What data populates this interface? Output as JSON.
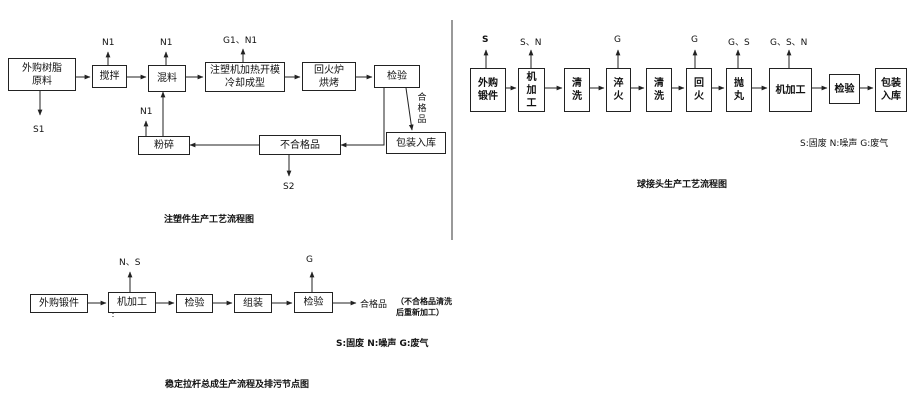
{
  "d1": {
    "title": "注塑件生产工艺流程图",
    "boxes": {
      "raw": "外购树脂原料",
      "stir": "搅拌",
      "mix": "混料",
      "mold": "注塑机加热开模冷却成型",
      "anneal": "回火炉烘烤",
      "inspect": "检验",
      "pack": "包装入库",
      "reject": "不合格品",
      "crush": "粉碎"
    },
    "labels": {
      "s1": "S1",
      "n_stir": "N1",
      "n_mix": "N1",
      "g1n1": "G1、N1",
      "n_crush": "N1",
      "s2": "S2",
      "qualified": "合格品"
    }
  },
  "d2": {
    "title": "球接头生产工艺流程图",
    "steps": [
      "外购锻件",
      "机加工",
      "清洗",
      "淬火",
      "清洗",
      "回火",
      "抛丸",
      "机加工",
      "检验",
      "包装入库"
    ],
    "emissions": [
      "S",
      "S、N",
      "G",
      "G",
      "G、S",
      "G、S、N"
    ],
    "legend": "S:固废  N:噪声  G:废气"
  },
  "d3": {
    "title": "稳定拉杆总成生产流程及排污节点图",
    "steps": [
      "外购锻件",
      "机加工",
      "检验",
      "组装",
      "检验"
    ],
    "emissions": [
      "N、S",
      "G"
    ],
    "qualified": "合格品",
    "note": "（不合格品清洗后重新加工）",
    "legend": "S:固废  N:噪声  G:废气"
  }
}
